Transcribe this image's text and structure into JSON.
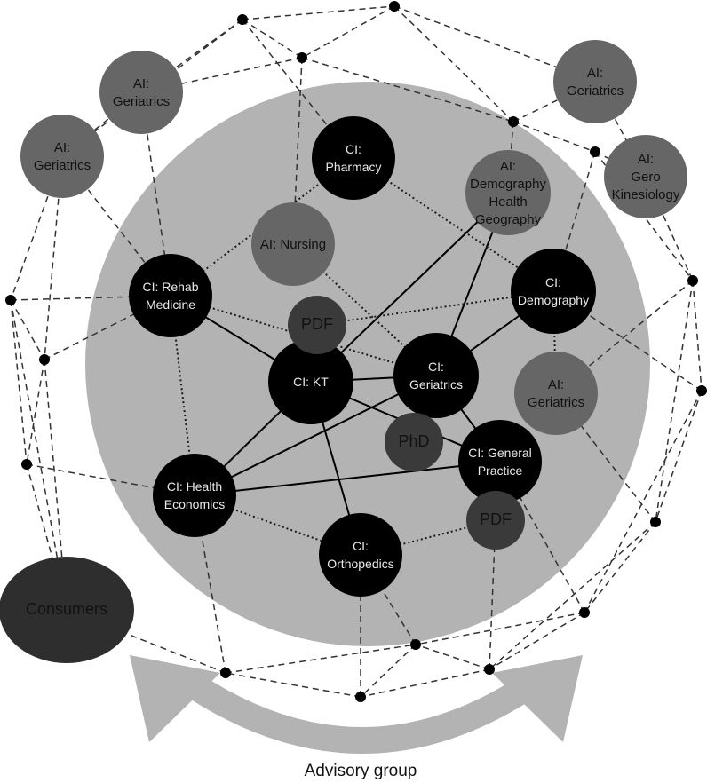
{
  "colors": {
    "background": "#ffffff",
    "main_circle": "#b3b3b3",
    "core_investigator_node": "#000000",
    "associate_investigator_node": "#666666",
    "trainee_node": "#3a3a3a",
    "consumers_node": "#2e2e2e",
    "network_dot": "#000000",
    "advisory_arrow": "#b3b3b3",
    "dark_label": "#e8e8e8",
    "grey_label": "#111111"
  },
  "nodes": {
    "ci_pharmacy": [
      "CI:",
      "Pharmacy"
    ],
    "ci_rehab_medicine": [
      "CI: Rehab",
      "Medicine"
    ],
    "ci_demography": [
      "CI:",
      "Demography"
    ],
    "ci_kt": [
      "CI: KT"
    ],
    "ci_geriatrics": [
      "CI:",
      "Geriatrics"
    ],
    "ci_general_practice": [
      "CI: General",
      "Practice"
    ],
    "ci_health_economics": [
      "CI: Health",
      "Economics"
    ],
    "ci_orthopedics": [
      "CI:",
      "Orthopedics"
    ],
    "ai_nursing": [
      "AI: Nursing"
    ],
    "ai_demography_health_geography": [
      "AI:",
      "Demography",
      "Health",
      "Geography"
    ],
    "ai_geriatrics_inner": [
      "AI:",
      "Geriatrics"
    ],
    "ai_geriatrics_top_left": [
      "AI:",
      "Geriatrics"
    ],
    "ai_geriatrics_left": [
      "AI:",
      "Geriatrics"
    ],
    "ai_geriatrics_top_right": [
      "AI:",
      "Geriatrics"
    ],
    "ai_gero_kinesiology": [
      "AI:",
      "Gero",
      "Kinesiology"
    ],
    "pdf_top": [
      "PDF"
    ],
    "pdf_bottom": [
      "PDF"
    ],
    "phd": [
      "PhD"
    ],
    "consumers": [
      "Consumers"
    ]
  },
  "advisory_group": {
    "label": "Advisory group"
  }
}
